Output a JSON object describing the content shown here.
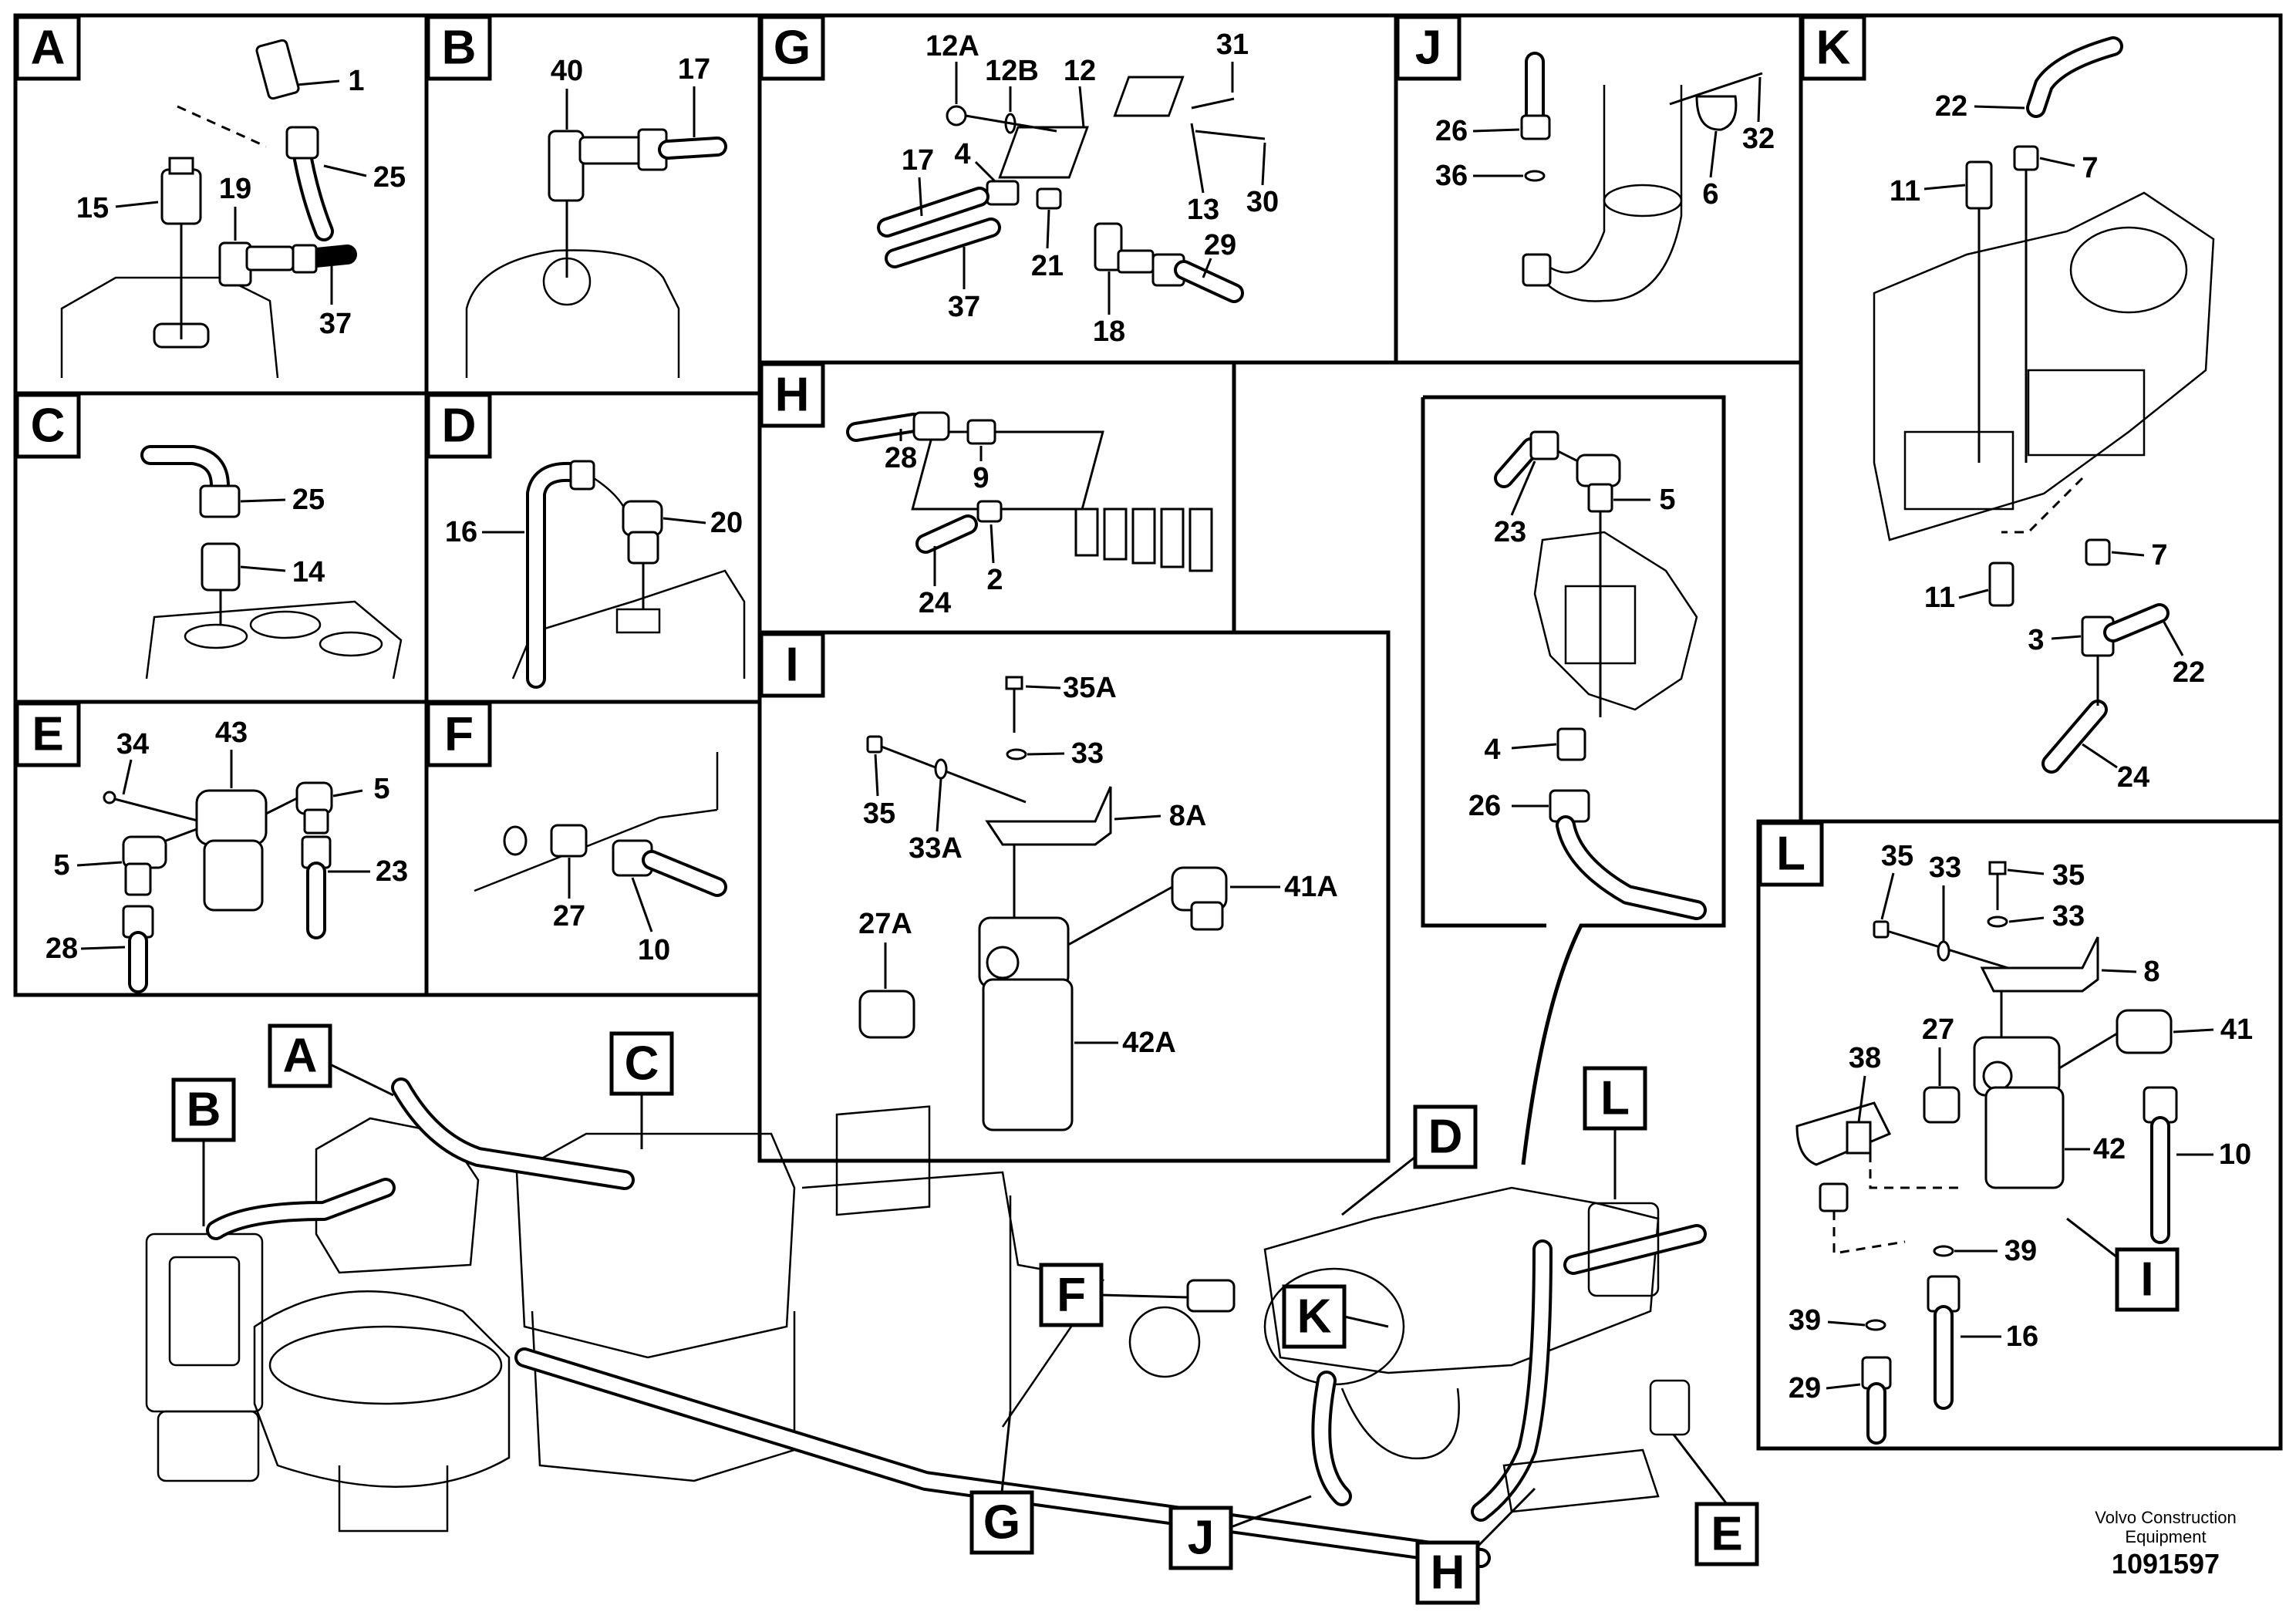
{
  "panels": {
    "A": {
      "letter": "A",
      "labels": [
        "1",
        "25",
        "15",
        "19",
        "37"
      ]
    },
    "B": {
      "letter": "B",
      "labels": [
        "40",
        "17"
      ]
    },
    "C": {
      "letter": "C",
      "labels": [
        "25",
        "14"
      ]
    },
    "D": {
      "letter": "D",
      "labels": [
        "16",
        "20"
      ]
    },
    "E": {
      "letter": "E",
      "labels": [
        "34",
        "43",
        "5",
        "5",
        "23",
        "28"
      ]
    },
    "F": {
      "letter": "F",
      "labels": [
        "27",
        "10"
      ]
    },
    "G": {
      "letter": "G",
      "labels": [
        "12A",
        "12B",
        "12",
        "31",
        "4",
        "17",
        "13",
        "30",
        "21",
        "29",
        "37",
        "18"
      ]
    },
    "H": {
      "letter": "H",
      "labels": [
        "28",
        "9",
        "24",
        "2"
      ]
    },
    "I": {
      "letter": "I",
      "labels": [
        "35A",
        "33",
        "35",
        "33A",
        "8A",
        "27A",
        "41A",
        "42A"
      ]
    },
    "J": {
      "letter": "J",
      "labels": [
        "26",
        "36",
        "32",
        "6"
      ]
    },
    "K": {
      "letter": "K",
      "labels": [
        "22",
        "7",
        "11",
        "11",
        "7",
        "3",
        "22",
        "24"
      ]
    },
    "L": {
      "letter": "L",
      "labels": [
        "35",
        "33",
        "35",
        "33",
        "8",
        "38",
        "27",
        "41",
        "42",
        "10",
        "39",
        "39",
        "16",
        "29"
      ]
    },
    "detail": {
      "letter": "",
      "labels": [
        "23",
        "5",
        "4",
        "26"
      ]
    }
  },
  "callouts": [
    "A",
    "B",
    "C",
    "D",
    "L",
    "F",
    "K",
    "I",
    "G",
    "J",
    "H",
    "E"
  ],
  "footer": {
    "brand_line1": "Volvo Construction",
    "brand_line2": "Equipment",
    "doc_number": "1091597"
  }
}
